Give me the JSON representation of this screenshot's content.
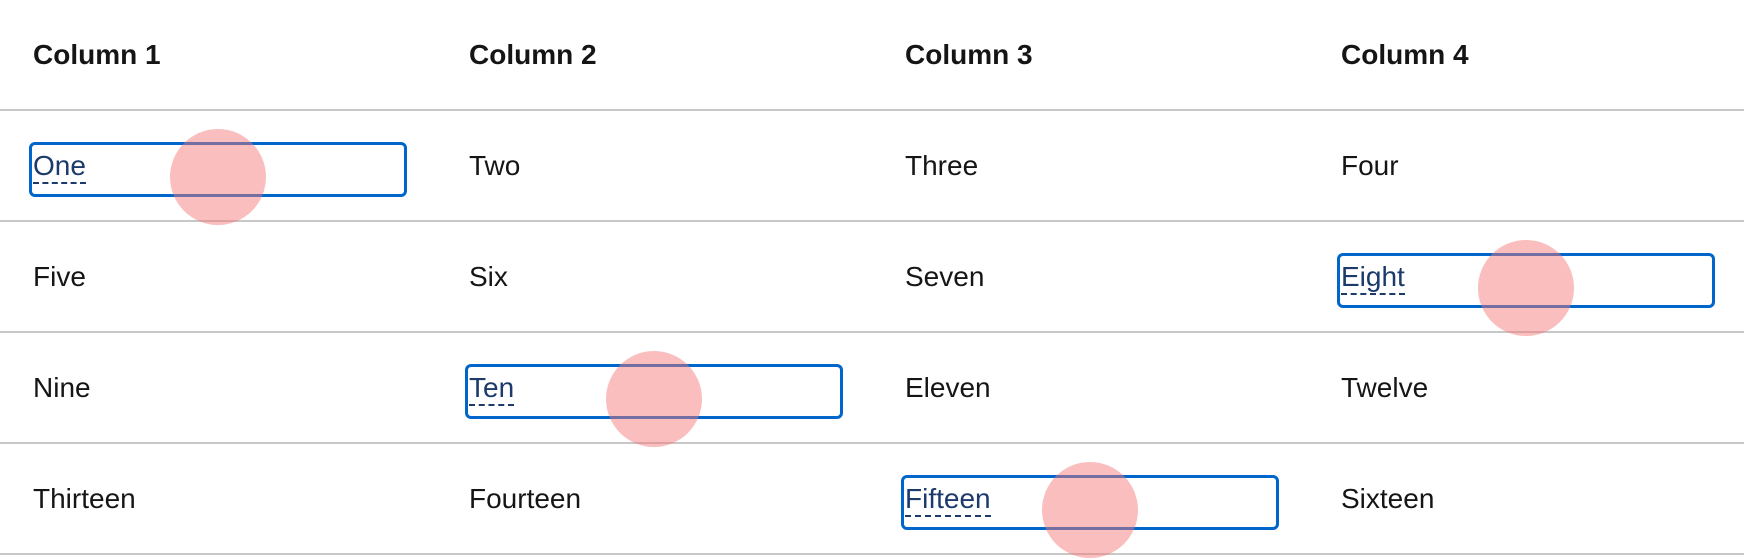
{
  "table": {
    "headers": [
      "Column 1",
      "Column 2",
      "Column 3",
      "Column 4"
    ],
    "rows": [
      [
        "One",
        "Two",
        "Three",
        "Four"
      ],
      [
        "Five",
        "Six",
        "Seven",
        "Eight"
      ],
      [
        "Nine",
        "Ten",
        "Eleven",
        "Twelve"
      ],
      [
        "Thirteen",
        "Fourteen",
        "Fifteen",
        "Sixteen"
      ]
    ],
    "focused_cells": [
      "One",
      "Eight",
      "Ten",
      "Fifteen"
    ]
  },
  "colors": {
    "focus_border": "#0066cc",
    "link_text": "#1c3a6b",
    "divider": "#c8c8c8",
    "click_marker": "#f47878"
  }
}
